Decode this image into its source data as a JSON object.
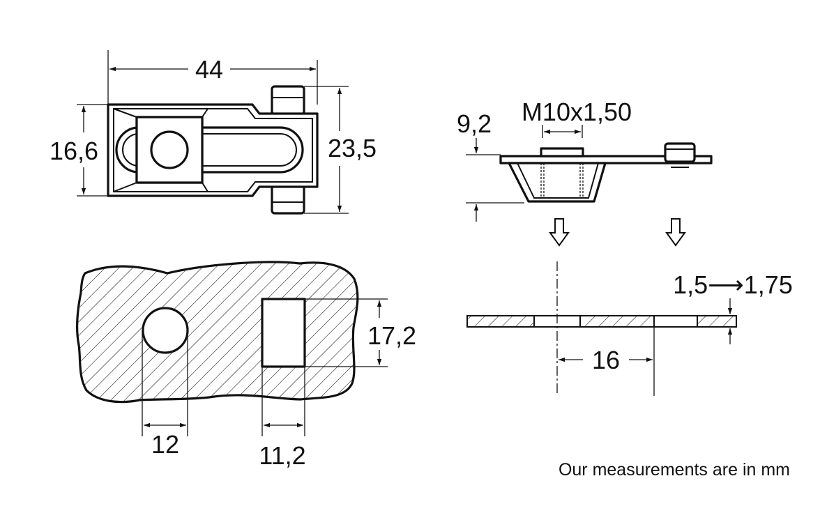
{
  "labels": {
    "top_length": "44",
    "top_height": "16,6",
    "top_overall_height": "23,5",
    "side_thread": "M10x1,50",
    "side_height": "9,2",
    "plate_slot_height": "17,2",
    "plate_hole": "12",
    "plate_slot_width": "11,2",
    "strip_thickness": "1,5⟶1,75",
    "strip_spacing": "16"
  },
  "note": "Our measurements are in mm",
  "colors": {
    "line": "#111111",
    "background": "#ffffff"
  }
}
